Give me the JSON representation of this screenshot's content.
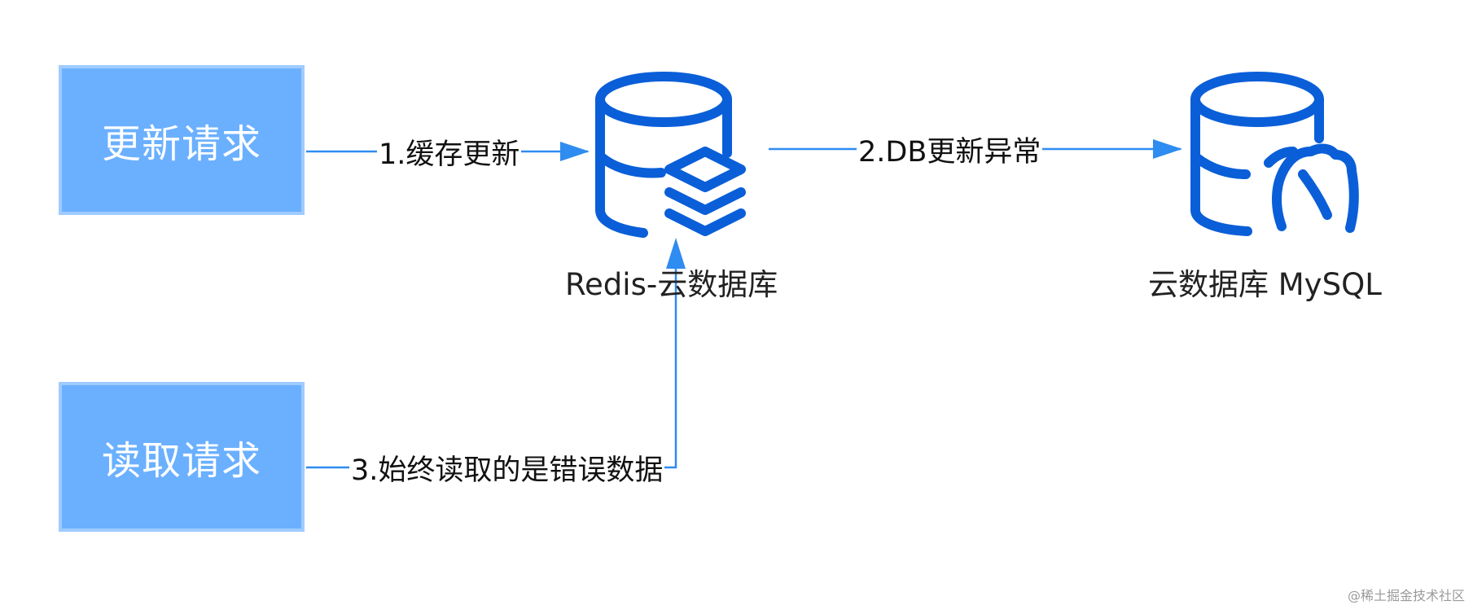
{
  "nodes": {
    "update_request": "更新请求",
    "read_request": "读取请求",
    "redis": "Redis-云数据库",
    "mysql": "云数据库 MySQL"
  },
  "edges": {
    "cache_update": "1.缓存更新",
    "db_update_error": "2.DB更新异常",
    "read_wrong": "3.始终读取的是错误数据"
  },
  "icons": {
    "redis": "database-stack-icon",
    "mysql": "database-dolphin-icon"
  },
  "colors": {
    "box_fill": "#6bb0ff",
    "box_border": "#9fcbff",
    "icon_blue": "#0a5fd8",
    "arrow_blue": "#2f8cf0"
  },
  "watermark": "@稀土掘金技术社区"
}
